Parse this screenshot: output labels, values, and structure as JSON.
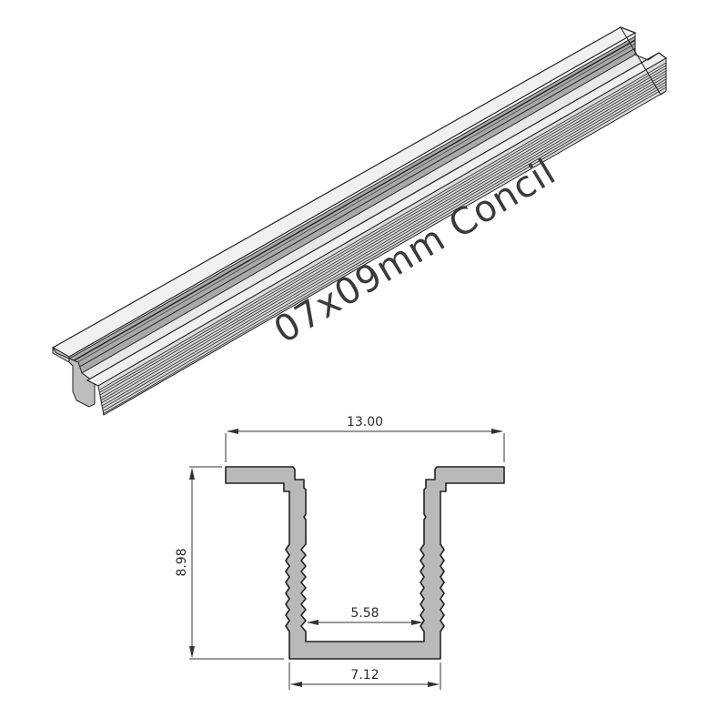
{
  "product": {
    "title": "07x09mm Concil",
    "title_rotation_deg": -31
  },
  "drawing": {
    "profile_fill": "#b9b9b9",
    "outline": "#222222",
    "rail_light": "#eef0f2",
    "rail_mid": "#a9a9a9",
    "dimension_line": "#333333"
  },
  "dimensions": {
    "overall_width": "13.00",
    "overall_height": "8.98",
    "inner_width": "5.58",
    "base_width": "7.12"
  }
}
